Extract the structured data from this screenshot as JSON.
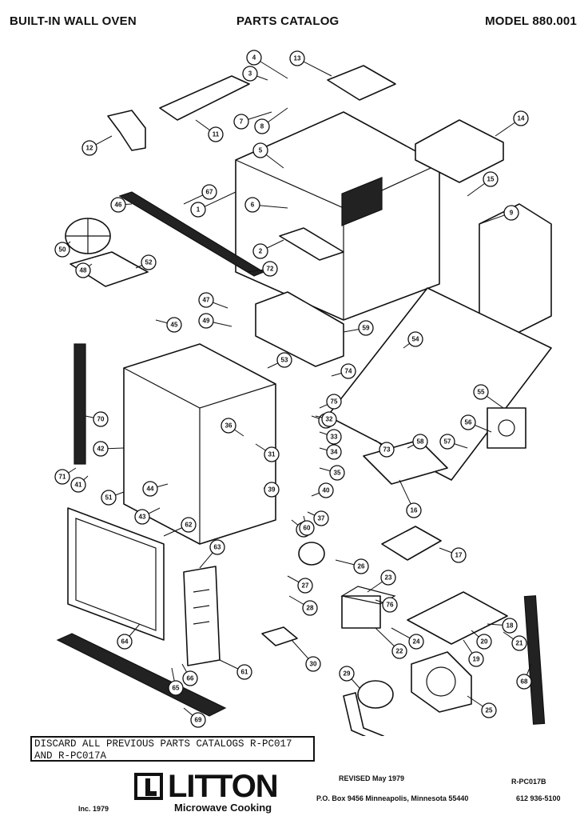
{
  "header": {
    "left": "BUILT-IN WALL OVEN",
    "center": "PARTS CATALOG",
    "right": "MODEL 880.001"
  },
  "callouts": [
    "1",
    "2",
    "3",
    "4",
    "5",
    "6",
    "7",
    "8",
    "9",
    "10",
    "11",
    "12",
    "13",
    "14",
    "15",
    "16",
    "17",
    "18",
    "19",
    "20",
    "21",
    "22",
    "23",
    "24",
    "25",
    "26",
    "27",
    "28",
    "29",
    "30",
    "31",
    "32",
    "33",
    "34",
    "35",
    "36",
    "37",
    "38",
    "39",
    "40",
    "41",
    "42",
    "43",
    "44",
    "45",
    "46",
    "47",
    "48",
    "49",
    "50",
    "51",
    "52",
    "53",
    "54",
    "55",
    "56",
    "57",
    "58",
    "59",
    "60",
    "61",
    "62",
    "63",
    "64",
    "65",
    "66",
    "67",
    "68",
    "69",
    "70",
    "71",
    "72",
    "73",
    "74",
    "75",
    "76"
  ],
  "discard": {
    "line1": "DISCARD ALL PREVIOUS PARTS CATALOGS R-PC017",
    "line2": "AND R-PC017A"
  },
  "logo": {
    "brand": "LITTON",
    "subtitle": "Microwave Cooking"
  },
  "footer": {
    "revised": "REVISED May 1979",
    "code": "R-PC017B",
    "address": "P.O. Box 9456   Minneapolis, Minnesota 55440",
    "phone": "612 936-5100",
    "copyright": "Inc. 1979"
  }
}
